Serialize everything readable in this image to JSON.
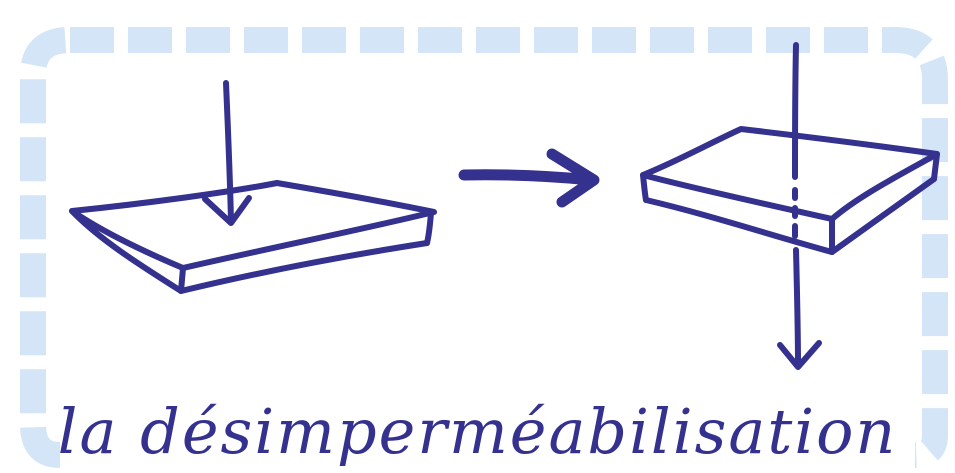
{
  "caption": "la désimperméabilisation",
  "colors": {
    "ink": "#34318f",
    "frame": "#d4e5f7",
    "background": "#ffffff"
  },
  "panels": [
    {
      "state": "impermeable slab",
      "water_passes": false
    },
    {
      "state": "permeable slab",
      "water_passes": true
    }
  ]
}
